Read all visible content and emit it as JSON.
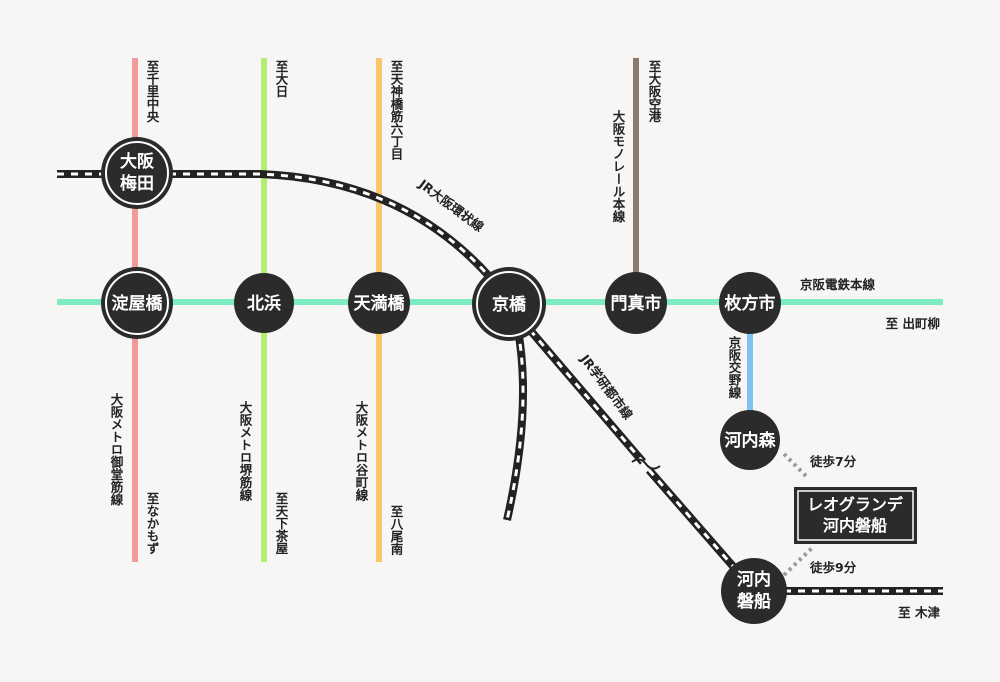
{
  "colors": {
    "background": "#f7f6f4",
    "keihan_main": "#7eecc1",
    "midosuji": "#f29a97",
    "sakaisuji": "#b1ef72",
    "tanimachi": "#fbc56e",
    "monorail": "#8b7b6f",
    "katano": "#7fc3f0",
    "jr": "#222222",
    "station": "#2b2b2b"
  },
  "stations": {
    "umeda": [
      "大阪",
      "梅田"
    ],
    "yodoyabashi": [
      "淀屋橋"
    ],
    "kitahama": [
      "北浜"
    ],
    "tenmabashi": [
      "天満橋"
    ],
    "kyobashi": [
      "京橋"
    ],
    "kadomashi": [
      "門真市"
    ],
    "hirakatashi": [
      "枚方市"
    ],
    "kawachimori": [
      "河内森"
    ],
    "kawachiiwafune": [
      "河内",
      "磐船"
    ]
  },
  "lines": {
    "jr_loop": "JR大阪環状線",
    "jr_gakkentoshi": "JR学研都市線",
    "keihan_main": "京阪電鉄本線",
    "keihan_katano": "京阪交野線",
    "midosuji": "大阪メトロ御堂筋線",
    "sakaisuji": "大阪メトロ堺筋線",
    "tanimachi": "大阪メトロ谷町線",
    "monorail": "大阪モノレール本線"
  },
  "directions": {
    "senri_chuo": "至千里中央",
    "dainichi": "至大日",
    "tenjinbashisuji": "至天神橋筋六丁目",
    "osaka_airport": "至大阪空港",
    "demachiyanagi": "至 出町柳",
    "nakamozu": "至なかもず",
    "tengachaya": "至天下茶屋",
    "yao_minami": "至八尾南",
    "kizu": "至 木津"
  },
  "destination": {
    "line1": "レオグランデ",
    "line2": "河内磐船"
  },
  "walks": {
    "from_kawachimori": "徒歩7分",
    "from_kawachiiwafune": "徒歩9分"
  }
}
